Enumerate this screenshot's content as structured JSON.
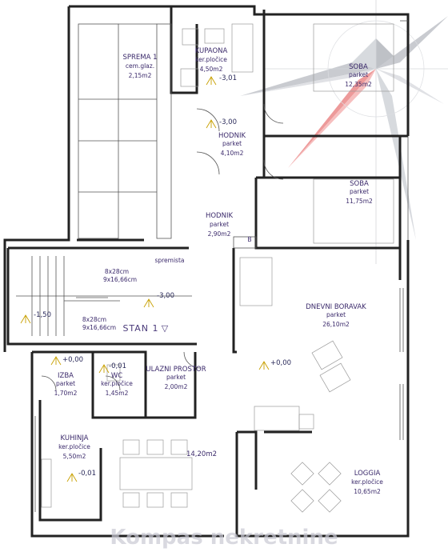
{
  "rooms": [
    {
      "id": "sprema",
      "name": "SPREMA 1",
      "lines": [
        "cem.glaz.",
        "2,15m2"
      ]
    },
    {
      "id": "kupaona",
      "name": "KUPAONA",
      "lines": [
        "ker.pločice",
        "4,50m2"
      ]
    },
    {
      "id": "soba1",
      "name": "SOBA",
      "lines": [
        "parket",
        "12,35m2"
      ]
    },
    {
      "id": "hodnik1",
      "name": "HODNIK",
      "lines": [
        "parket",
        "4,10m2"
      ]
    },
    {
      "id": "soba2",
      "name": "SOBA",
      "lines": [
        "parket",
        "11,75m2"
      ]
    },
    {
      "id": "hodnik2",
      "name": "HODNIK",
      "lines": [
        "parket",
        "2,90m2"
      ]
    },
    {
      "id": "dnevni",
      "name": "DNEVNI BORAVAK",
      "lines": [
        "parket",
        "26,10m2"
      ]
    },
    {
      "id": "ulazni",
      "name": "ULAZNI PROSTOR",
      "lines": [
        "parket",
        "2,00m2"
      ]
    },
    {
      "id": "izba",
      "name": "IZBA",
      "lines": [
        "parket",
        "1,70m2"
      ]
    },
    {
      "id": "wc",
      "name": "WC",
      "lines": [
        "ker.pločice",
        "1,45m2"
      ]
    },
    {
      "id": "kuhinja",
      "name": "KUHINJA",
      "lines": [
        "ker.pločice",
        "5,50m2"
      ]
    },
    {
      "id": "loggia",
      "name": "LOGGIA",
      "lines": [
        "ker.pločice",
        "10,65m2"
      ]
    }
  ],
  "free_labels": {
    "spremista": "spremista",
    "stair1_a": "8x28cm",
    "stair1_b": "9x16,66cm",
    "stair2_a": "8x28cm",
    "stair2_b": "9x16,66cm",
    "stan": "STAN 1",
    "dining_area": "14,20m2",
    "b_mark": "B"
  },
  "levels": {
    "kupaona": "-3,01",
    "hodnik": "-3,00",
    "stair": "-3,00",
    "left": "-1,50",
    "izba": "+0,00",
    "wc": "-0,01",
    "dnevni": "+0,00",
    "kuhinja": "-0,01"
  },
  "watermark": "Kompas nekretnine",
  "colors": {
    "text": "#3b2a6b",
    "wall": "#222222",
    "compass_red": "#e04848",
    "compass_gray": "#8a8f99"
  }
}
